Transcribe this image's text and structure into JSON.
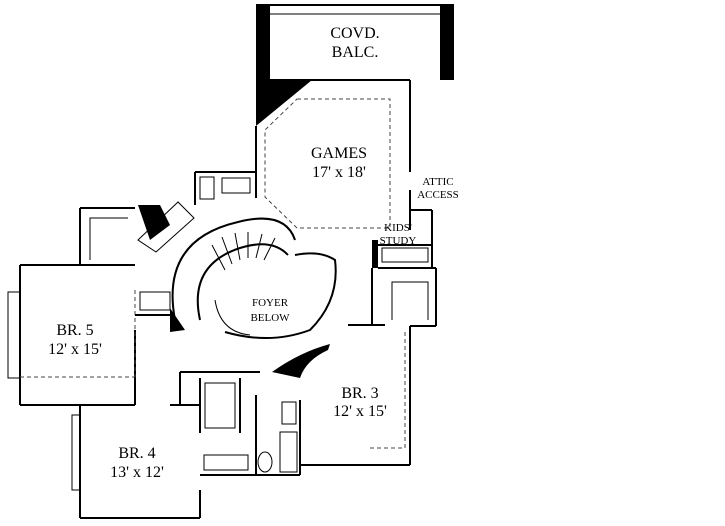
{
  "rooms": {
    "balcony": {
      "name": "COVD.",
      "name2": "BALC."
    },
    "games": {
      "name": "GAMES",
      "size": "17' x 18'"
    },
    "attic": {
      "line1": "ATTIC",
      "line2": "ACCESS"
    },
    "kids_study": {
      "line1": "KIDS'",
      "line2": "STUDY"
    },
    "foyer": {
      "line1": "FOYER",
      "line2": "BELOW"
    },
    "br5": {
      "name": "BR. 5",
      "size": "12' x 15'"
    },
    "br3": {
      "name": "BR. 3",
      "size": "12' x 15'"
    },
    "br4": {
      "name": "BR. 4",
      "size": "13'  x 12'"
    }
  }
}
